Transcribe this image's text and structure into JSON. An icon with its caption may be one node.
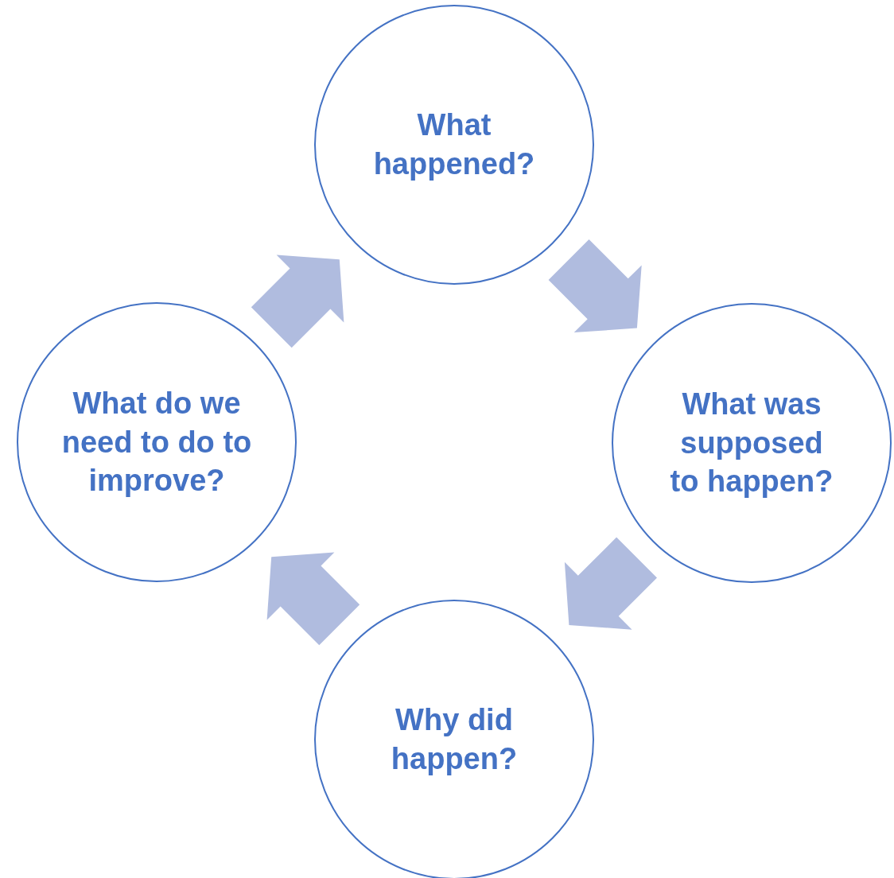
{
  "diagram": {
    "nodes": [
      {
        "text": [
          "What happened?"
        ]
      },
      {
        "text": [
          "What was supposed to happen?"
        ]
      },
      {
        "text": [
          "Why did happen?"
        ]
      },
      {
        "text": [
          "What do we need to do to improve?"
        ]
      }
    ],
    "edges": [
      {
        "from": 0,
        "to": 1,
        "arrow": "to"
      },
      {
        "from": 1,
        "to": 2,
        "arrow": "to"
      },
      {
        "from": 2,
        "to": 3,
        "arrow": "to"
      },
      {
        "from": 3,
        "to": 0,
        "arrow": "to"
      }
    ]
  }
}
